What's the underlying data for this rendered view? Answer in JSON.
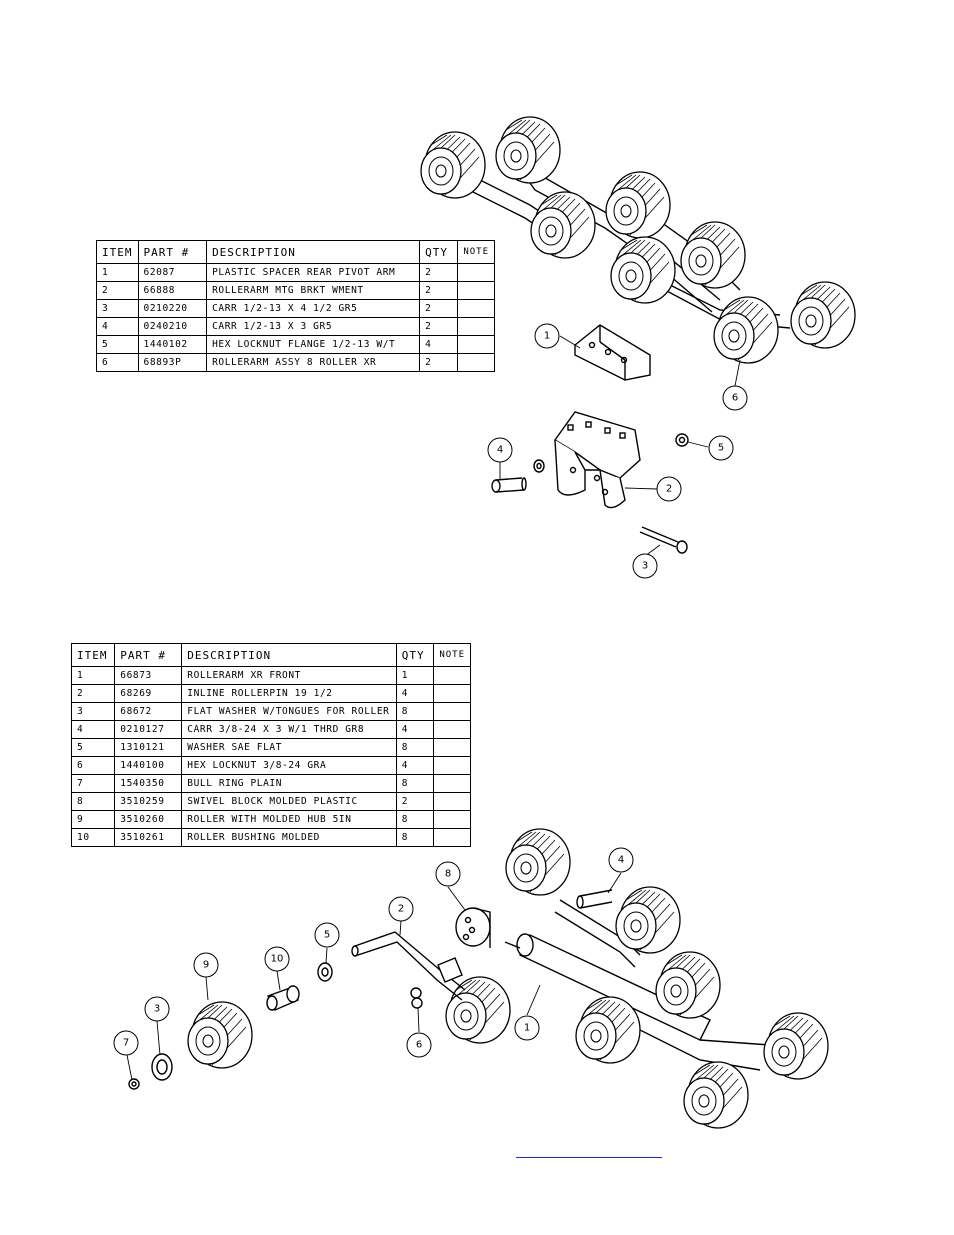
{
  "table1": {
    "headers": {
      "item": "ITEM",
      "part": "PART #",
      "desc": "DESCRIPTION",
      "qty": "QTY",
      "note": "NOTE"
    },
    "rows": [
      {
        "item": "1",
        "part": "62087",
        "desc": "PLASTIC SPACER REAR PIVOT ARM",
        "qty": "2",
        "note": ""
      },
      {
        "item": "2",
        "part": "66888",
        "desc": "ROLLERARM MTG BRKT WMENT",
        "qty": "2",
        "note": ""
      },
      {
        "item": "3",
        "part": "0210220",
        "desc": "CARR 1/2-13 X 4 1/2 GR5",
        "qty": "2",
        "note": ""
      },
      {
        "item": "4",
        "part": "0240210",
        "desc": "CARR 1/2-13 X 3 GR5",
        "qty": "2",
        "note": ""
      },
      {
        "item": "5",
        "part": "1440102",
        "desc": "HEX LOCKNUT FLANGE 1/2-13 W/T",
        "qty": "4",
        "note": ""
      },
      {
        "item": "6",
        "part": "68893P",
        "desc": "ROLLERARM ASSY 8 ROLLER XR",
        "qty": "2",
        "note": ""
      }
    ]
  },
  "table2": {
    "headers": {
      "item": "ITEM",
      "part": "PART #",
      "desc": "DESCRIPTION",
      "qty": "QTY",
      "note": "NOTE"
    },
    "rows": [
      {
        "item": "1",
        "part": "66873",
        "desc": "ROLLERARM XR FRONT",
        "qty": "1",
        "note": ""
      },
      {
        "item": "2",
        "part": "68269",
        "desc": "INLINE ROLLERPIN 19 1/2",
        "qty": "4",
        "note": ""
      },
      {
        "item": "3",
        "part": "68672",
        "desc": "FLAT WASHER W/TONGUES FOR ROLLER",
        "qty": "8",
        "note": ""
      },
      {
        "item": "4",
        "part": "0210127",
        "desc": "CARR 3/8-24 X 3 W/1 THRD GR8",
        "qty": "4",
        "note": ""
      },
      {
        "item": "5",
        "part": "1310121",
        "desc": "WASHER SAE FLAT",
        "qty": "8",
        "note": ""
      },
      {
        "item": "6",
        "part": "1440100",
        "desc": "HEX LOCKNUT 3/8-24 GRA",
        "qty": "4",
        "note": ""
      },
      {
        "item": "7",
        "part": "1540350",
        "desc": "BULL RING PLAIN",
        "qty": "8",
        "note": ""
      },
      {
        "item": "8",
        "part": "3510259",
        "desc": "SWIVEL BLOCK MOLDED PLASTIC",
        "qty": "2",
        "note": ""
      },
      {
        "item": "9",
        "part": "3510260",
        "desc": "ROLLER WITH MOLDED HUB  5IN",
        "qty": "8",
        "note": ""
      },
      {
        "item": "10",
        "part": "3510261",
        "desc": "ROLLER BUSHING MOLDED",
        "qty": "8",
        "note": ""
      }
    ]
  },
  "callouts1": {
    "c1": "1",
    "c2": "2",
    "c3": "3",
    "c4": "4",
    "c5": "5",
    "c6": "6"
  },
  "callouts2": {
    "c1": "1",
    "c2": "2",
    "c3": "3",
    "c4": "4",
    "c5": "5",
    "c6": "6",
    "c7": "7",
    "c8": "8",
    "c9": "9",
    "c10": "10"
  },
  "colors": {
    "line": "#000000",
    "link": "#1a2bd8"
  }
}
